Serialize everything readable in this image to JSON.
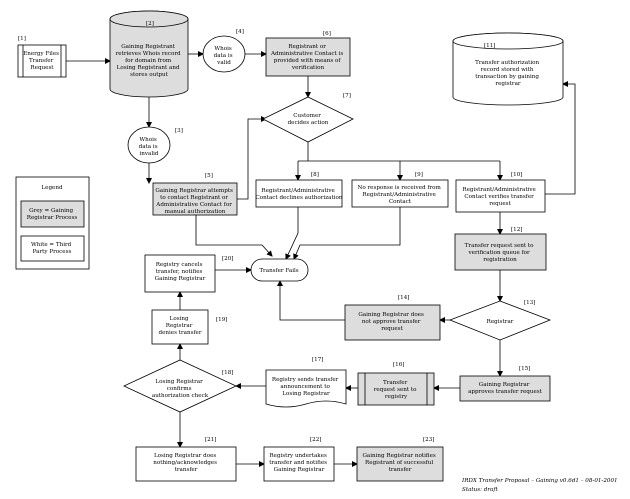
{
  "nodes": {
    "n1": {
      "number": "[1]",
      "lines": [
        "Energy Files",
        "Transfer",
        "Request"
      ]
    },
    "n2": {
      "number": "[2]",
      "lines": [
        "Gaining Registrant",
        "retrieves Whois record",
        "for domain from",
        "Losing Registrant and",
        "stores output"
      ]
    },
    "n3": {
      "number": "[3]",
      "lines": [
        "Whois",
        "data is",
        "invalid"
      ]
    },
    "n4": {
      "number": "[4]",
      "lines": [
        "Whois",
        "data is",
        "valid"
      ]
    },
    "n5": {
      "number": "[5]",
      "lines": [
        "Gaining Registrar attempts",
        "to contact Registrant or",
        "Administrative Contact for",
        "manual authorization"
      ]
    },
    "n6": {
      "number": "[6]",
      "lines": [
        "Registrant or",
        "Administrative Contact is",
        "provided with means of",
        "verification"
      ]
    },
    "n7": {
      "number": "[7]",
      "lines": [
        "Customer",
        "decides action"
      ]
    },
    "n8": {
      "number": "[8]",
      "lines": [
        "Registrant/Administrative",
        "Contact declines authorization"
      ]
    },
    "n9": {
      "number": "[9]",
      "lines": [
        "No response is received from",
        "Registrant/Administrative",
        "Contact"
      ]
    },
    "n10": {
      "number": "[10]",
      "lines": [
        "Registrant/Administrative",
        "Contact verifies transfer",
        "request"
      ]
    },
    "n11": {
      "number": "[11]",
      "lines": [
        "Transfer authorization",
        "record stored with",
        "transaction by gaining",
        "registrar"
      ]
    },
    "n12": {
      "number": "[12]",
      "lines": [
        "Transfer request sent to",
        "verification queue for",
        "registration"
      ]
    },
    "n13": {
      "number": "[13]",
      "lines": [
        "Registrar"
      ]
    },
    "n14": {
      "number": "[14]",
      "lines": [
        "Gaining Registrar does",
        "not approve transfer",
        "request"
      ]
    },
    "n15": {
      "number": "[15]",
      "lines": [
        "Gaining Registrar",
        "approves transfer request"
      ]
    },
    "n16": {
      "number": "[16]",
      "lines": [
        "Transfer",
        "request sent to",
        "registry"
      ]
    },
    "n17": {
      "number": "[17]",
      "lines": [
        "Registry sends transfer",
        "announcement to",
        "Losing Registrar"
      ]
    },
    "n18": {
      "number": "[18]",
      "lines": [
        "Losing Registrar",
        "confirms",
        "authorization check"
      ]
    },
    "n19": {
      "number": "[19]",
      "lines": [
        "Losing",
        "Registrar",
        "denies transfer"
      ]
    },
    "n20": {
      "number": "[20]",
      "lines": [
        "Registry cancels",
        "transfer, notifies",
        "Gaining Registrar"
      ]
    },
    "n21": {
      "number": "[21]",
      "lines": [
        "Losing Registrar does",
        "nothing/acknowledges",
        "transfer"
      ]
    },
    "n22": {
      "number": "[22]",
      "lines": [
        "Registry undertakes",
        "transfer and notifies",
        "Gaining Registrar"
      ]
    },
    "n23": {
      "number": "[23]",
      "lines": [
        "Gaining Registrar notifies",
        "Registrant of successful",
        "transfer"
      ]
    },
    "fail": {
      "lines": [
        "Transfer Fails"
      ]
    }
  },
  "legend": {
    "title": "Legend",
    "grey": [
      "Grey = Gaining",
      "Registrar Process"
    ],
    "white": [
      "White = Third",
      "Party Process"
    ]
  },
  "footer": {
    "line1": "IRDX Transfer Proposal – Gaining v0.6d1 – 08-01-2001",
    "line2": "Status: draft"
  },
  "colors": {
    "grey_fill": "#dddddd",
    "white_fill": "#ffffff",
    "stroke": "#000000"
  }
}
